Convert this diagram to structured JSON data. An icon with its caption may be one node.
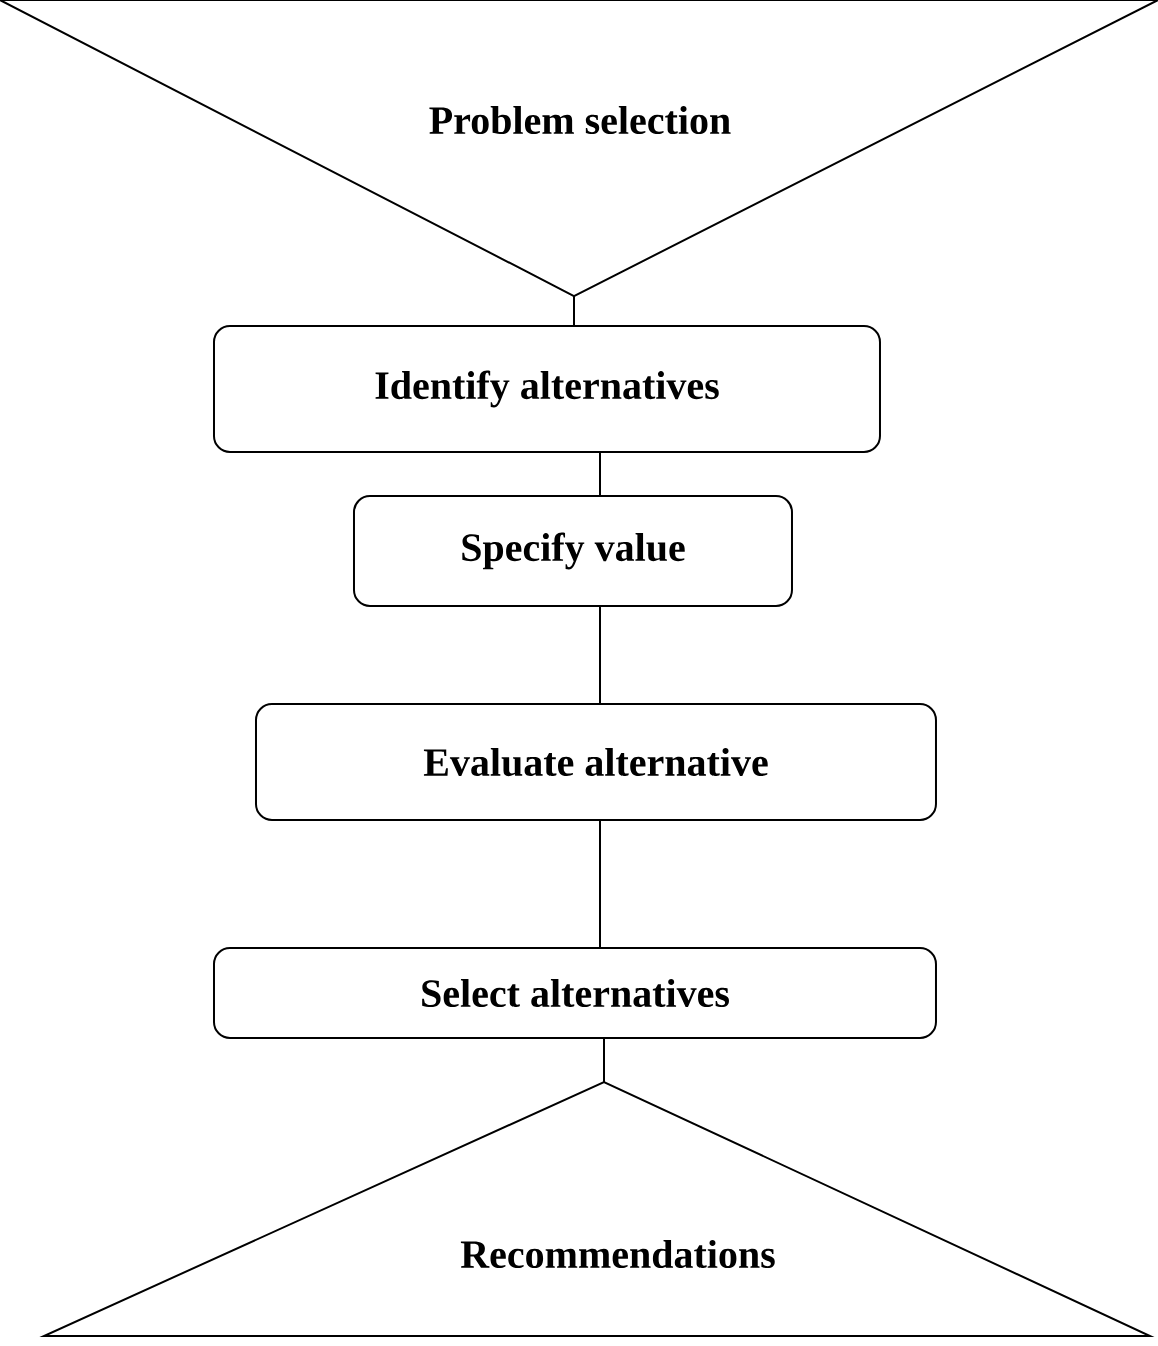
{
  "diagram": {
    "nodes": [
      {
        "text": [
          "Problem selection"
        ]
      },
      {
        "text": [
          "Identify alternatives"
        ]
      },
      {
        "text": [
          "Specify value"
        ]
      },
      {
        "text": [
          "Evaluate alternative"
        ]
      },
      {
        "text": [
          "Select alternatives"
        ]
      },
      {
        "text": [
          "Recommendations"
        ]
      }
    ],
    "edges": [
      {
        "from": 0,
        "to": 1,
        "arrow": "none"
      },
      {
        "from": 1,
        "to": 2,
        "arrow": "none"
      },
      {
        "from": 2,
        "to": 3,
        "arrow": "none"
      },
      {
        "from": 3,
        "to": 4,
        "arrow": "none"
      },
      {
        "from": 4,
        "to": 5,
        "arrow": "none"
      }
    ]
  }
}
